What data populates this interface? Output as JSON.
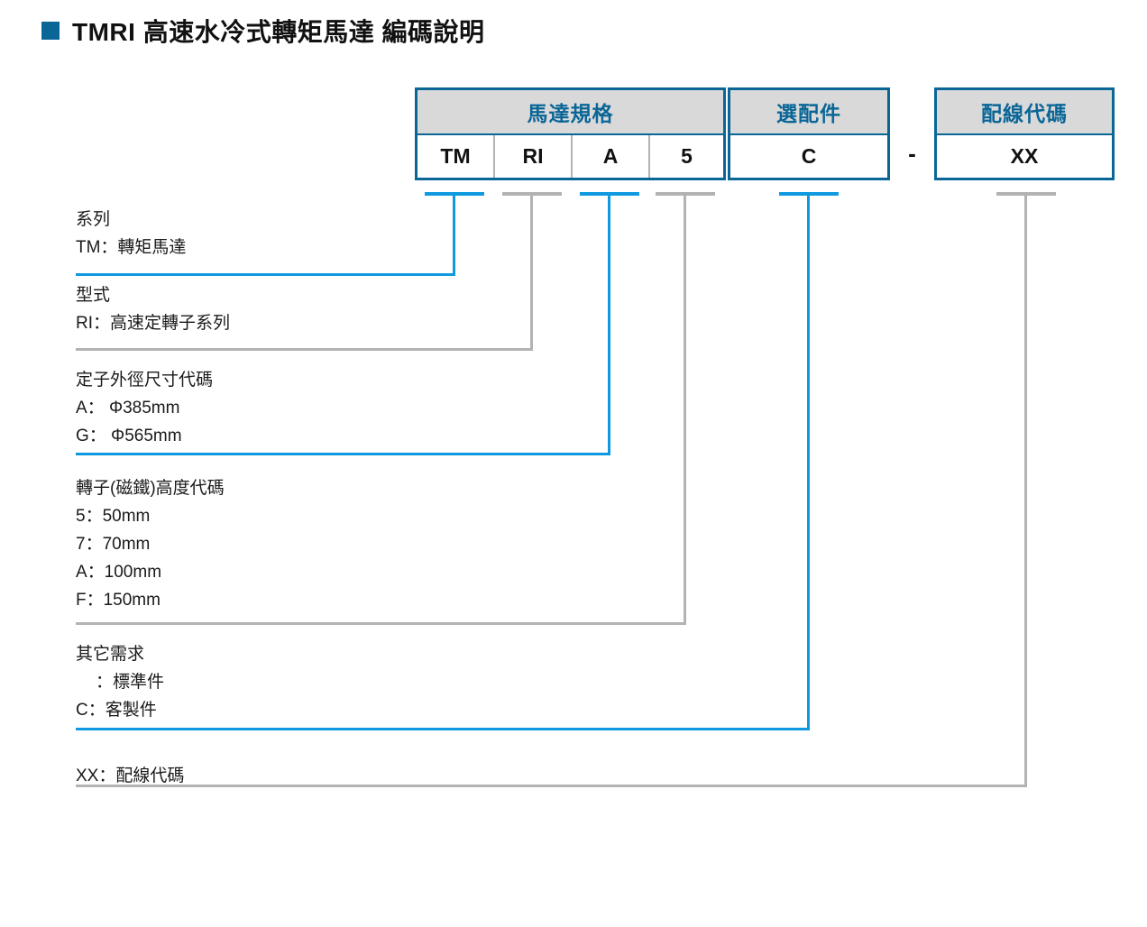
{
  "title": {
    "bullet_color": "#0a6697",
    "text": "TMRI 高速水冷式轉矩馬達 編碼說明"
  },
  "colors": {
    "table_border": "#0a6697",
    "header_fill": "#d9d9d9",
    "header_text": "#0a6697",
    "leader_blue": "#0f9ae0",
    "leader_gray": "#b3b3b3",
    "body_text": "#1a1a1a"
  },
  "code_table": {
    "groups": [
      {
        "name": "motor-spec",
        "header": "馬達規格",
        "cells": [
          "TM",
          "RI",
          "A",
          "5"
        ]
      },
      {
        "name": "option",
        "header": "選配件",
        "cells": [
          "C"
        ]
      },
      {
        "name": "wiring",
        "header": "配線代碼",
        "cells": [
          "XX"
        ]
      }
    ],
    "separator": "-"
  },
  "legend": [
    {
      "key": "series",
      "title": "系列",
      "entries": [
        "TM：轉矩馬達"
      ],
      "leader_color": "#0f9ae0"
    },
    {
      "key": "type",
      "title": "型式",
      "entries": [
        "RI：高速定轉子系列"
      ],
      "leader_color": "#b3b3b3"
    },
    {
      "key": "stator-outer-diameter",
      "title": "定子外徑尺寸代碼",
      "entries": [
        "A： Φ385mm",
        "G： Φ565mm"
      ],
      "leader_color": "#0f9ae0"
    },
    {
      "key": "rotor-magnet-height",
      "title": "轉子(磁鐵)高度代碼",
      "entries": [
        "5：50mm",
        "7：70mm",
        "A：100mm",
        "F：150mm"
      ],
      "leader_color": "#b3b3b3"
    },
    {
      "key": "other-requirement",
      "title": "其它需求",
      "entries": [
        "：標準件",
        "C：客製件"
      ],
      "leader_color": "#0f9ae0"
    },
    {
      "key": "wiring-code",
      "title": "",
      "entries": [
        "XX：配線代碼"
      ],
      "leader_color": "#b3b3b3"
    }
  ]
}
